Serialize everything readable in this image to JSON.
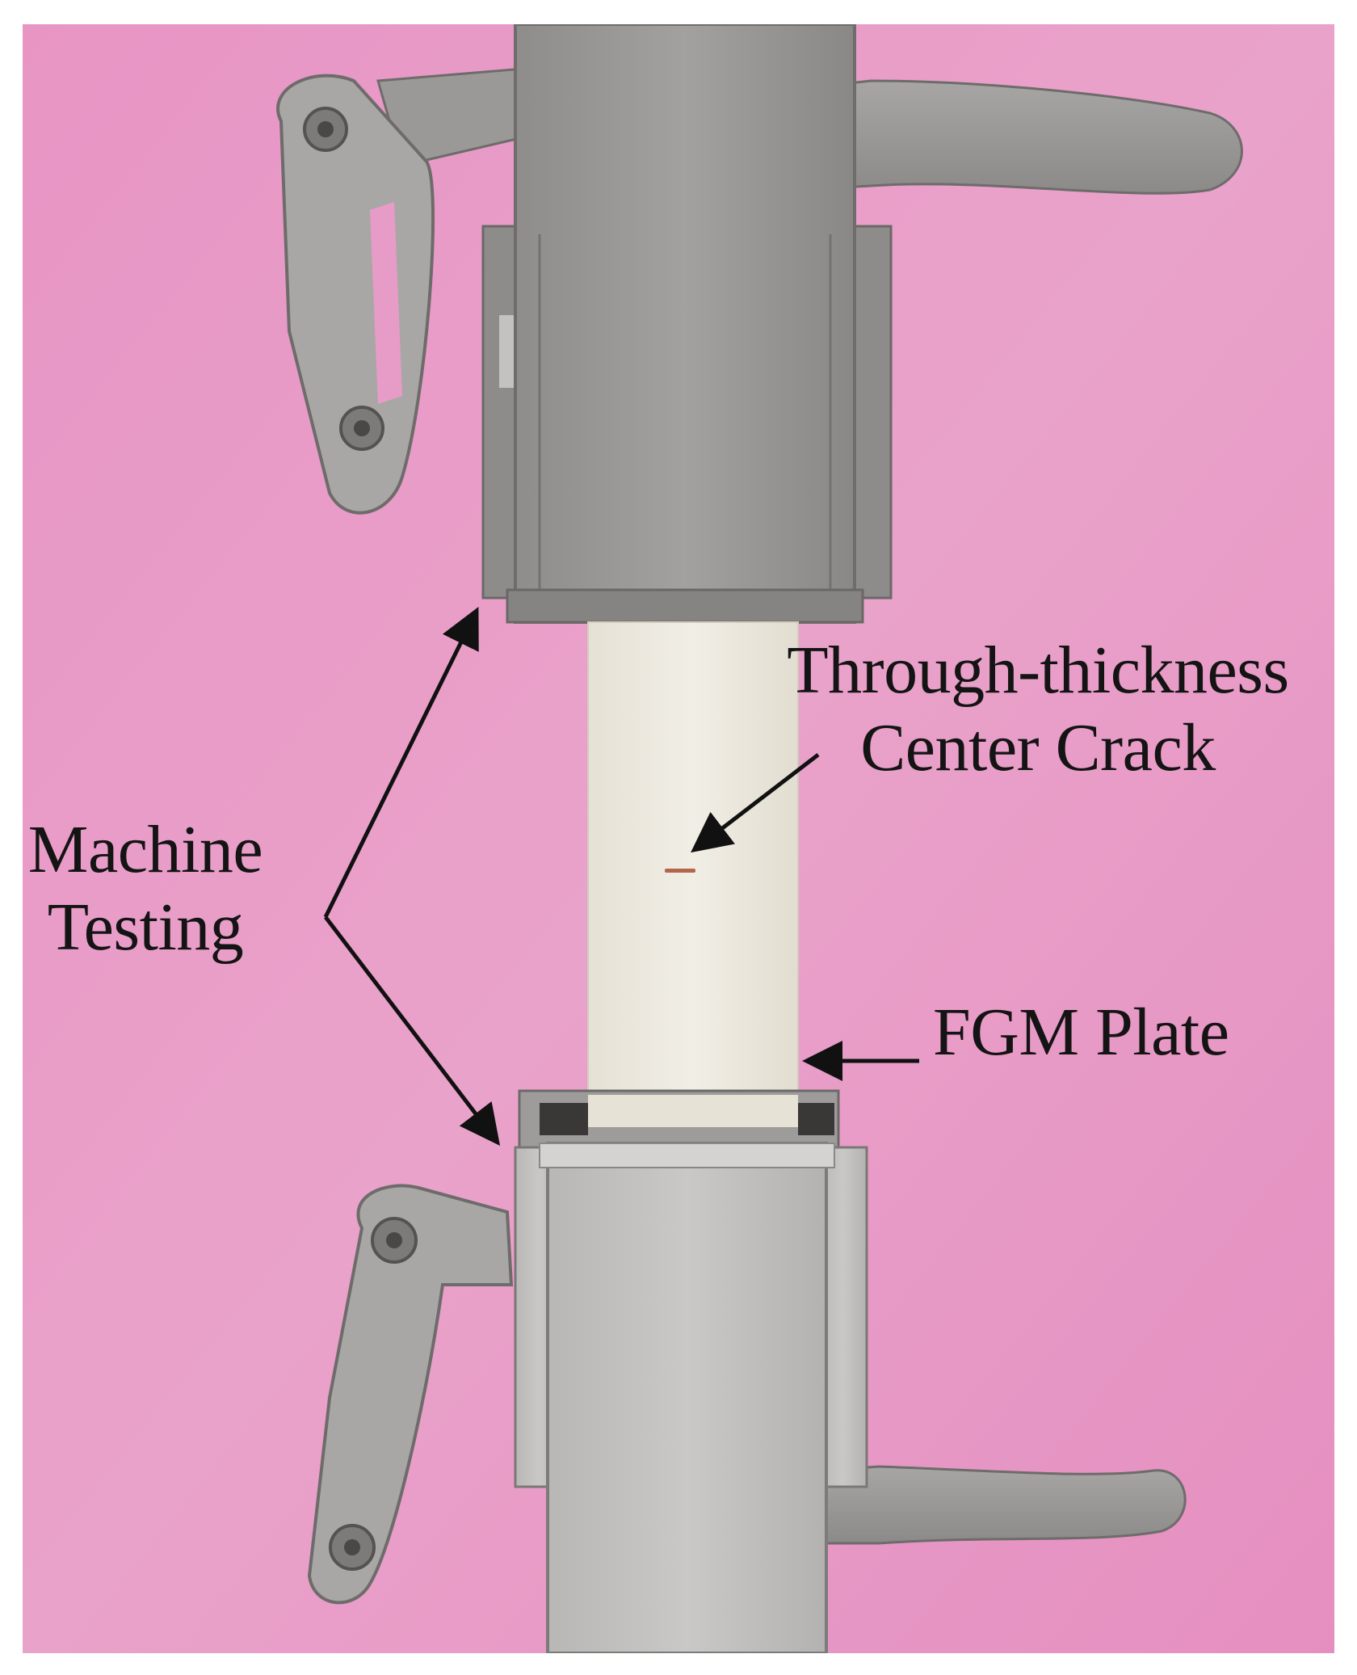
{
  "figure": {
    "background_color": "#e79cc7",
    "annotations": {
      "crack_label": {
        "line1": "Through-thickness",
        "line2": "Center Crack"
      },
      "machine_label": {
        "line1": "Machine",
        "line2": "Testing"
      },
      "plate_label": {
        "text": "FGM Plate"
      }
    },
    "colors": {
      "pink_backdrop": "#e79cc7",
      "steel_grip": "#9c9a98",
      "specimen": "#ece8de",
      "arrow": "#111111"
    }
  }
}
